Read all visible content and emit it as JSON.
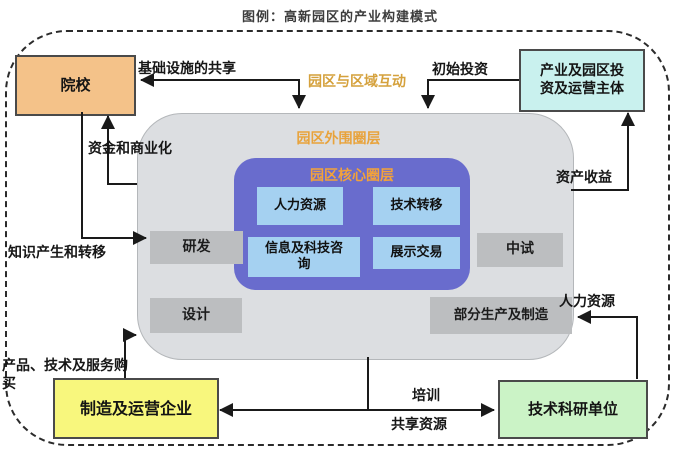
{
  "title": "图例：高新园区的产业构建模式",
  "nodes": {
    "college": "院校",
    "investor": "产业及园区投\n资及运营主体",
    "manufacturer": "制造及运营企业",
    "research_unit": "技术科研单位"
  },
  "park": {
    "outer_label": "园区外围圈层",
    "core_label": "园区核心圈层",
    "core_items": [
      {
        "label": "人力资源"
      },
      {
        "label": "技术转移"
      },
      {
        "label": "信息及科技咨\n询"
      },
      {
        "label": "展示交易"
      }
    ],
    "outer_items": [
      {
        "label": "研发"
      },
      {
        "label": "设计"
      },
      {
        "label": "中试"
      },
      {
        "label": "部分生产及制造"
      }
    ]
  },
  "flows": {
    "infrastructure": "基础设施的共享",
    "region_interaction": "园区与区域互动",
    "initial_investment": "初始投资",
    "capital": "资金和商业化",
    "knowledge": "知识产生和转移",
    "asset_income": "资产收益",
    "purchase": "产品、技术及服务购\n买",
    "training": "培训",
    "shared_resources": "共享资源",
    "human_resources": "人力资源"
  },
  "colors": {
    "college_fill": "#f4c289",
    "investor_fill": "#c9f1ee",
    "manufacturer_fill": "#f8f77d",
    "research_fill": "#cbf3c6",
    "park_fill": "#dcdee1",
    "gray_item_fill": "#bcbec0",
    "core_fill": "#696ccd",
    "core_item_fill": "#a5d1f1",
    "accent_text": "#e8a33c",
    "line": "#1a1a1a"
  }
}
